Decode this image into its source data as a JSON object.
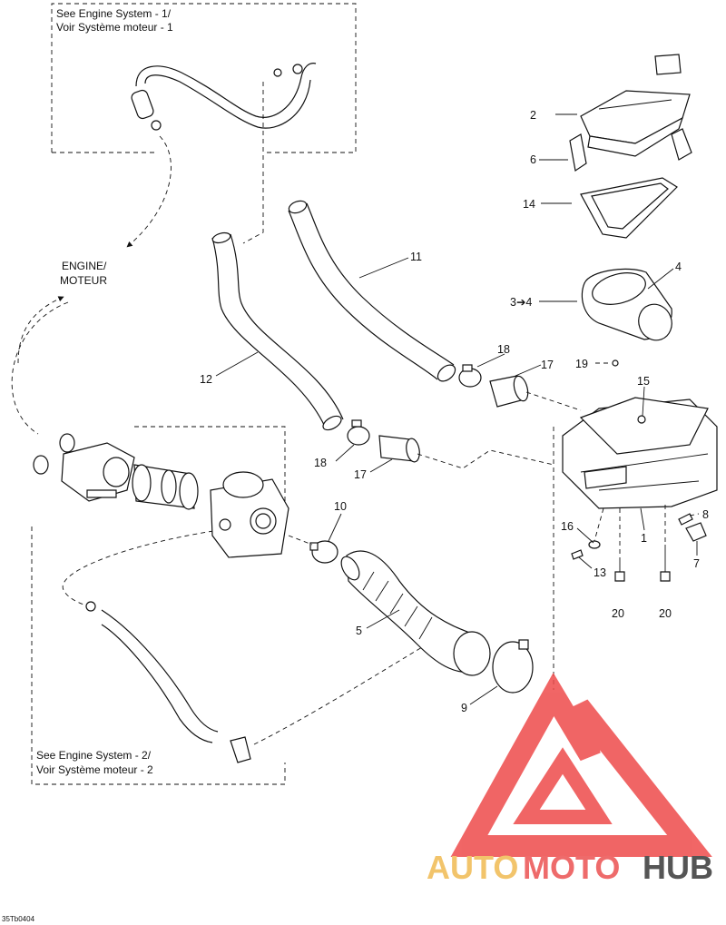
{
  "references": {
    "engine_system_1_line1": "See Engine System - 1/",
    "engine_system_1_line2": "Voir Système moteur - 1",
    "engine_line1": "ENGINE/",
    "engine_line2": "MOTEUR",
    "engine_system_2_line1": "See Engine System - 2/",
    "engine_system_2_line2": "Voir Système moteur - 2"
  },
  "callouts": {
    "c1": "1",
    "c2": "2",
    "c3to4": "3➔4",
    "c4": "4",
    "c5": "5",
    "c6": "6",
    "c7": "7",
    "c8": "8",
    "c9": "9",
    "c10": "10",
    "c11": "11",
    "c12": "12",
    "c13": "13",
    "c14": "14",
    "c15": "15",
    "c16": "16",
    "c17a": "17",
    "c17b": "17",
    "c18a": "18",
    "c18b": "18",
    "c19": "19",
    "c20a": "20",
    "c20b": "20"
  },
  "diagram_code": "35Tb0404",
  "watermark": {
    "brand_part1": "AUTO",
    "brand_part2": "MOTO",
    "brand_part3": "HUB",
    "color_primary": "#ee4b4b",
    "color_accent": "#f2c46b",
    "color_dark": "#3a3a3a"
  }
}
